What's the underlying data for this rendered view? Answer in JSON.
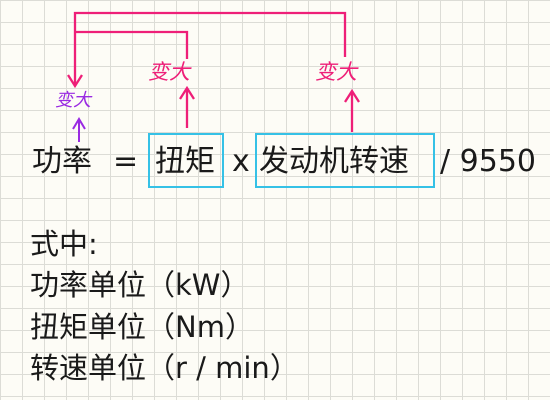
{
  "formula": {
    "power": "功率",
    "equals": "=",
    "torque": "扭矩",
    "times": "x",
    "engine_speed": "发动机转速",
    "divisor": "/ 9550"
  },
  "annotations": {
    "power_change": "变大",
    "torque_change": "变大",
    "speed_change": "变大"
  },
  "explanation": {
    "heading": "式中:",
    "lines": [
      "功率单位（kW）",
      "扭矩单位（Nm）",
      "转速单位（r / min）"
    ]
  },
  "colors": {
    "pen": "#ee1f78",
    "power_note": "#9a2be2",
    "box": "#35c1e6"
  }
}
